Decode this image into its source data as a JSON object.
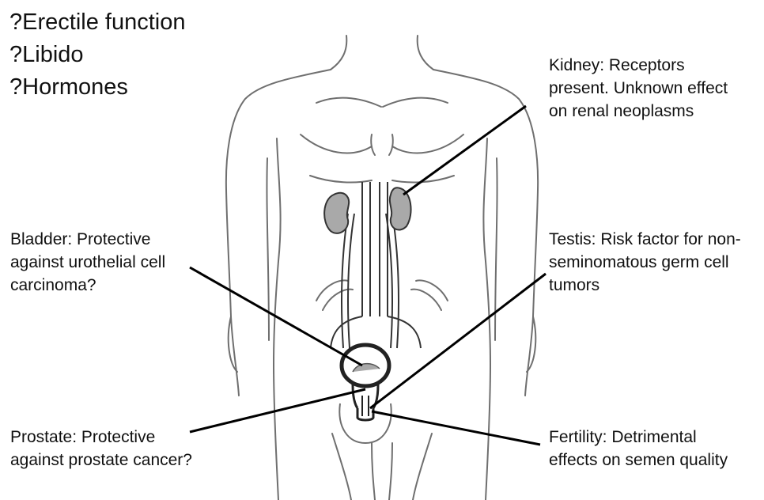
{
  "questions": [
    "?Erectile function",
    "?Libido",
    "?Hormones"
  ],
  "labels": {
    "kidney": [
      "Kidney: Receptors",
      "present. Unknown effect",
      "on renal neoplasms"
    ],
    "bladder": [
      "Bladder: Protective",
      "against urothelial cell",
      "carcinoma?"
    ],
    "testis": [
      "Testis: Risk factor for non-",
      "seminomatous germ cell",
      "tumors"
    ],
    "prostate": [
      "Prostate: Protective",
      "against prostate cancer?"
    ],
    "fertility": [
      "Fertility: Detrimental",
      "effects on semen quality"
    ]
  },
  "colors": {
    "kidney_fill": "#a9a9a9",
    "outline": "#6f6f6f",
    "leader": "#000000",
    "organ": "#333333"
  }
}
